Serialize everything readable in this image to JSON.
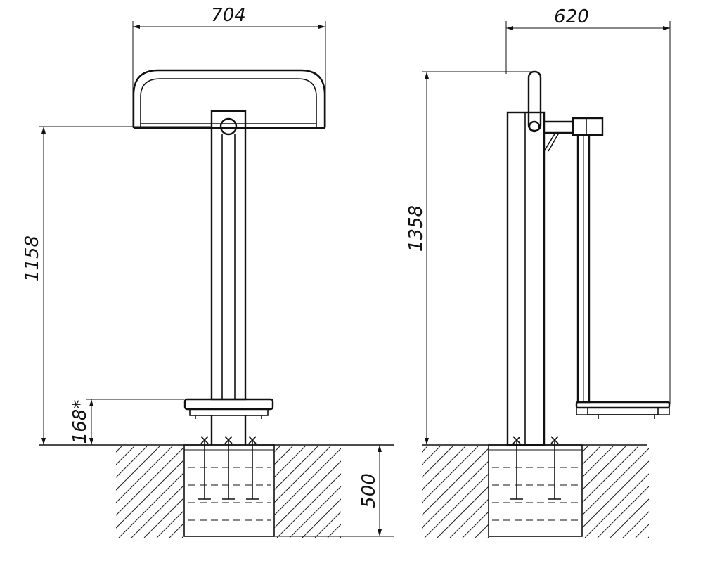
{
  "drawing": {
    "front_view": {
      "width_label": "704",
      "height_label": "1158",
      "step_height_label": "168*",
      "foundation_depth_label": "500"
    },
    "side_view": {
      "depth_label": "620",
      "height_label": "1358"
    }
  }
}
